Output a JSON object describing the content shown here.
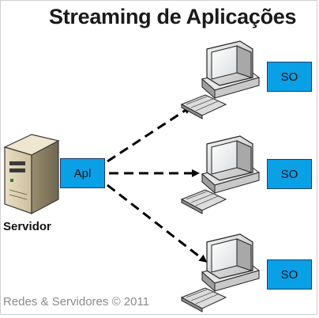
{
  "title": "Streaming de Aplicações",
  "server": {
    "label": "Servidor",
    "app_label": "Apl"
  },
  "clients": [
    {
      "label": "SO"
    },
    {
      "label": "SO"
    },
    {
      "label": "SO"
    }
  ],
  "credit": "Redes & Servidores © 2011",
  "colors": {
    "box_fill": "#0aa0e6",
    "box_border": "#1f3d6b",
    "arrow": "#000000"
  }
}
